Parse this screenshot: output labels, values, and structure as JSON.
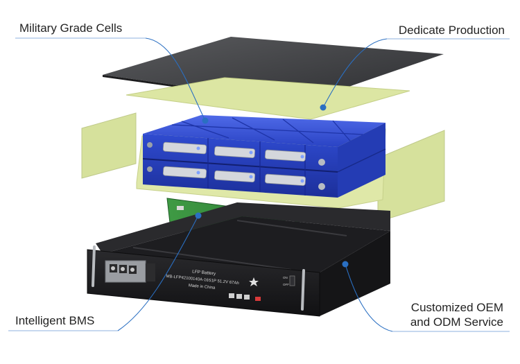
{
  "callouts": {
    "cells": "Military Grade Cells",
    "production": "Dedicate Production",
    "bms": "Intelligent BMS",
    "oem_line1": "Customized OEM",
    "oem_line2": "and  ODM Service"
  },
  "front_panel": {
    "label_title": "LFP Battery",
    "label_model": "MB-LFP42100140A-16S1P 51.2V 67Ah",
    "label_origin": "Made in China",
    "switch_on": "ON",
    "switch_off": "OFF"
  },
  "colors": {
    "accent_line": "#2a6fc2",
    "cell_blue": "#2c47c9",
    "insulation": "#dde7a6",
    "pcb_green": "#2f8a3a",
    "case_black": "#1b1b1d"
  }
}
